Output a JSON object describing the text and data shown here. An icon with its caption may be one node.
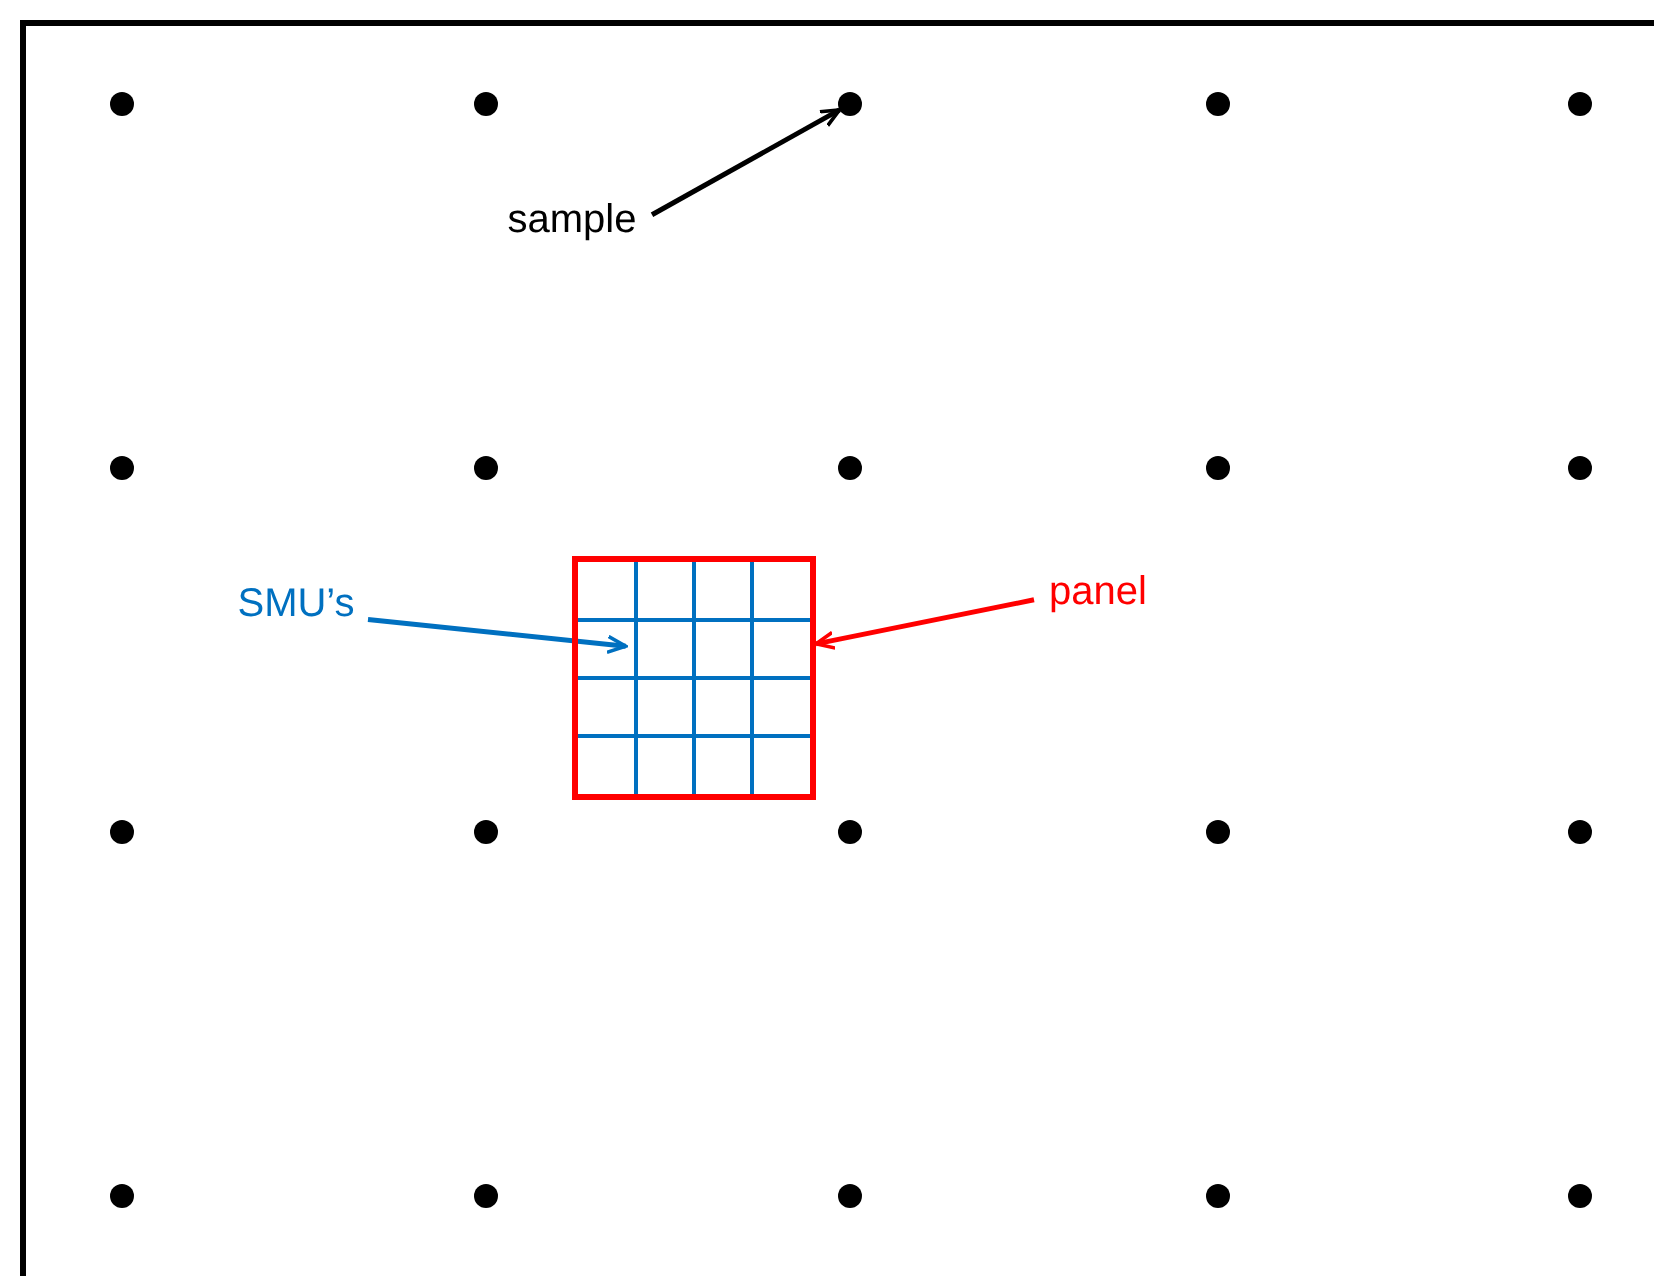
{
  "diagram": {
    "nodes": [
      {
        "text": [],
        "shape": "circle"
      },
      {
        "text": [],
        "shape": "circle"
      },
      {
        "text": [],
        "shape": "circle"
      },
      {
        "text": [],
        "shape": "circle"
      },
      {
        "text": [],
        "shape": "circle"
      },
      {
        "text": [],
        "shape": "circle"
      },
      {
        "text": [],
        "shape": "circle"
      },
      {
        "text": [],
        "shape": "circle"
      },
      {
        "text": [],
        "shape": "circle"
      },
      {
        "text": [],
        "shape": "circle"
      },
      {
        "text": [],
        "shape": "circle"
      },
      {
        "text": [],
        "shape": "circle"
      },
      {
        "text": [],
        "shape": "circle"
      },
      {
        "text": [],
        "shape": "circle"
      },
      {
        "text": [],
        "shape": "circle"
      },
      {
        "text": [],
        "shape": "circle"
      },
      {
        "text": [],
        "shape": "circle"
      },
      {
        "text": [],
        "shape": "circle"
      },
      {
        "text": [],
        "shape": "circle"
      },
      {
        "text": [],
        "shape": "circle"
      },
      {
        "text": [
          "sample"
        ]
      },
      {
        "text": [],
        "shape": "box"
      },
      {
        "text": [
          "SMU’s"
        ]
      },
      {
        "text": [
          "panel"
        ]
      }
    ],
    "edges": [
      {
        "from": 20,
        "to": 2,
        "arrow": "to",
        "color": "#000000"
      },
      {
        "from": 22,
        "to": 21,
        "arrow": "to",
        "color": "#0070c0"
      },
      {
        "from": 23,
        "to": 21,
        "arrow": "to",
        "color": "#ff0000"
      }
    ]
  }
}
